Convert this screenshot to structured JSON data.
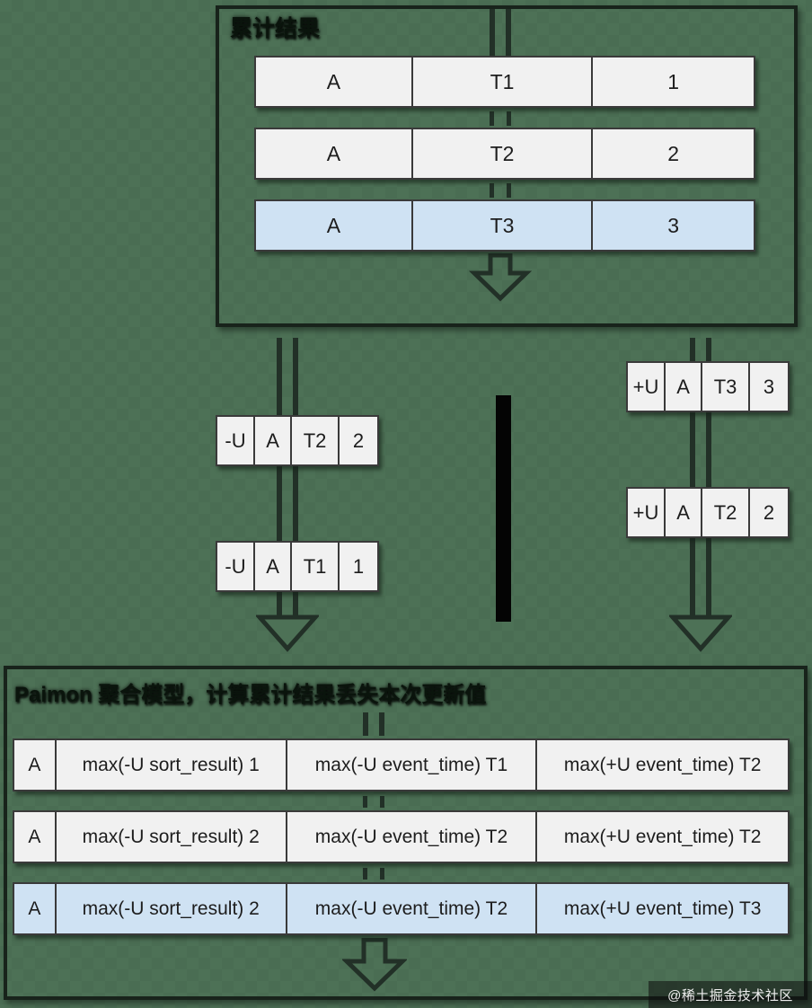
{
  "colors": {
    "background": "#4d7156",
    "panel_border": "#18231b",
    "cell_background": "#f1f1f1",
    "cell_highlight": "#cfe2f3",
    "cell_border": "#3a3a3a",
    "arrow_outline": "#223027",
    "divider_bar": "#040404",
    "watermark_background": "rgba(12,12,12,0.55)",
    "watermark_text": "#efefef"
  },
  "source_panel": {
    "title": "累计结果",
    "rows": [
      {
        "cells": [
          "A",
          "T1",
          "1"
        ],
        "highlight": false
      },
      {
        "cells": [
          "A",
          "T2",
          "2"
        ],
        "highlight": false
      },
      {
        "cells": [
          "A",
          "T3",
          "3"
        ],
        "highlight": true
      }
    ]
  },
  "retract_stream": {
    "rows": [
      {
        "cells": [
          "-U",
          "A",
          "T2",
          "2"
        ]
      },
      {
        "cells": [
          "-U",
          "A",
          "T1",
          "1"
        ]
      }
    ]
  },
  "upsert_stream": {
    "rows": [
      {
        "cells": [
          "+U",
          "A",
          "T3",
          "3"
        ]
      },
      {
        "cells": [
          "+U",
          "A",
          "T2",
          "2"
        ]
      }
    ]
  },
  "result_panel": {
    "title": "Paimon 聚合模型，计算累计结果丢失本次更新值",
    "rows": [
      {
        "cells": [
          "A",
          "max(-U sort_result) 1",
          "max(-U event_time) T1",
          "max(+U event_time) T2"
        ],
        "highlight": false
      },
      {
        "cells": [
          "A",
          "max(-U sort_result) 2",
          "max(-U event_time) T2",
          "max(+U event_time) T2"
        ],
        "highlight": false
      },
      {
        "cells": [
          "A",
          "max(-U sort_result) 2",
          "max(-U event_time) T2",
          "max(+U event_time) T3"
        ],
        "highlight": true
      }
    ]
  },
  "watermark": {
    "text": "@稀土掘金技术社区"
  }
}
